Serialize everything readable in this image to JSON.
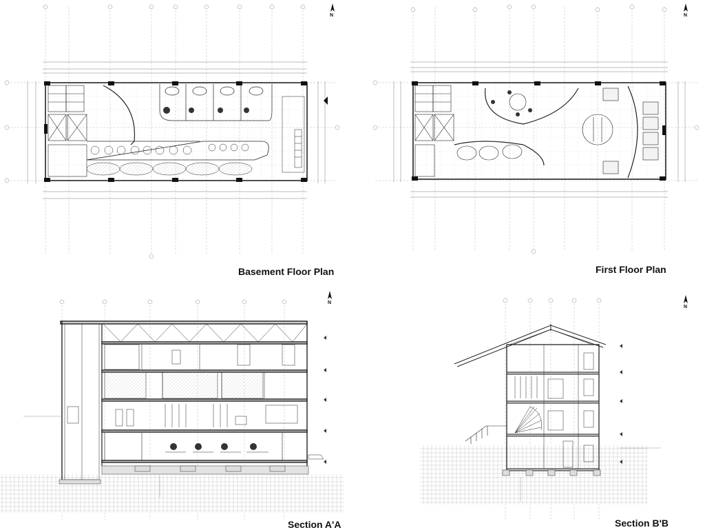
{
  "sheet": {
    "drawings": [
      {
        "id": "basement",
        "title": "Basement Floor Plan",
        "north_label": "N"
      },
      {
        "id": "first",
        "title": "First Floor Plan",
        "north_label": "N"
      },
      {
        "id": "section_aa",
        "title": "Section A'A",
        "north_label": "N"
      },
      {
        "id": "section_bb",
        "title": "Section B'B",
        "north_label": "N"
      }
    ]
  },
  "colors": {
    "line": "#222222",
    "grid": "#9a9a9a",
    "hatch": "#bdbdbd",
    "fill": "#e6e6e6",
    "background": "#ffffff"
  },
  "icons": [
    "north-arrow-icon",
    "column-marker-icon",
    "plant-icon",
    "chair-icon"
  ]
}
